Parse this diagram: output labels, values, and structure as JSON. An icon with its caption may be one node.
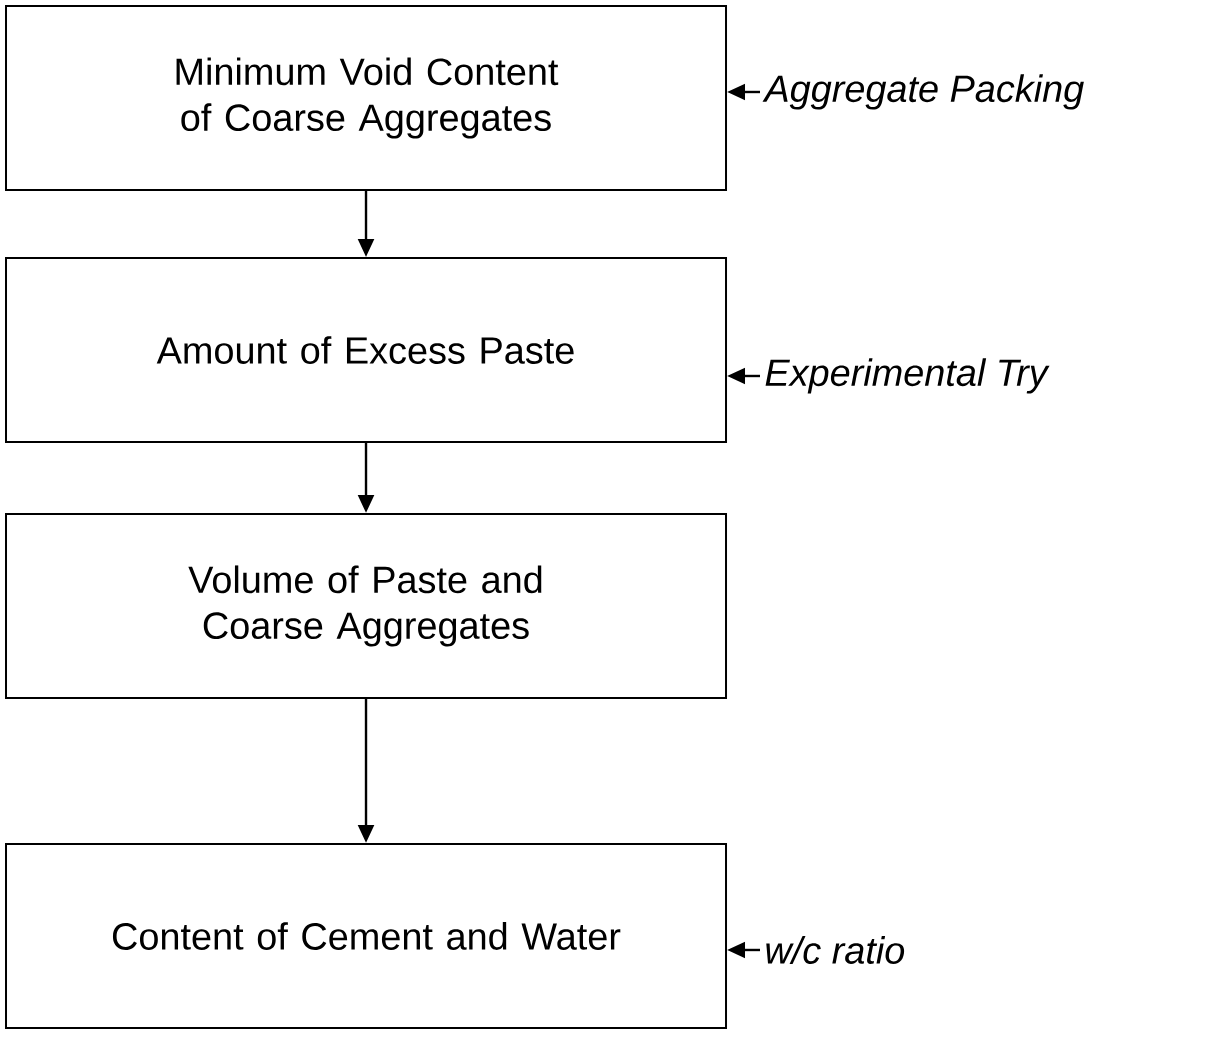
{
  "diagram": {
    "nodes": [
      {
        "text": [
          "Minimum Void Content of Coarse Aggregates"
        ]
      },
      {
        "text": [
          "Amount of Excess Paste"
        ]
      },
      {
        "text": [
          "Volume of Paste and Coarse Aggregates"
        ]
      },
      {
        "text": [
          "Content of Cement and Water"
        ]
      },
      {
        "text": [
          "Aggregate Packing"
        ]
      },
      {
        "text": [
          "Experimental Try"
        ]
      },
      {
        "text": [
          "w/c ratio"
        ]
      }
    ],
    "edges": [
      {
        "from": 0,
        "to": 1,
        "arrow": "to"
      },
      {
        "from": 1,
        "to": 2,
        "arrow": "to"
      },
      {
        "from": 2,
        "to": 3,
        "arrow": "to"
      },
      {
        "from": 4,
        "to": 0,
        "arrow": "to"
      },
      {
        "from": 5,
        "to": 1,
        "arrow": "to"
      },
      {
        "from": 6,
        "to": 3,
        "arrow": "to"
      }
    ]
  }
}
